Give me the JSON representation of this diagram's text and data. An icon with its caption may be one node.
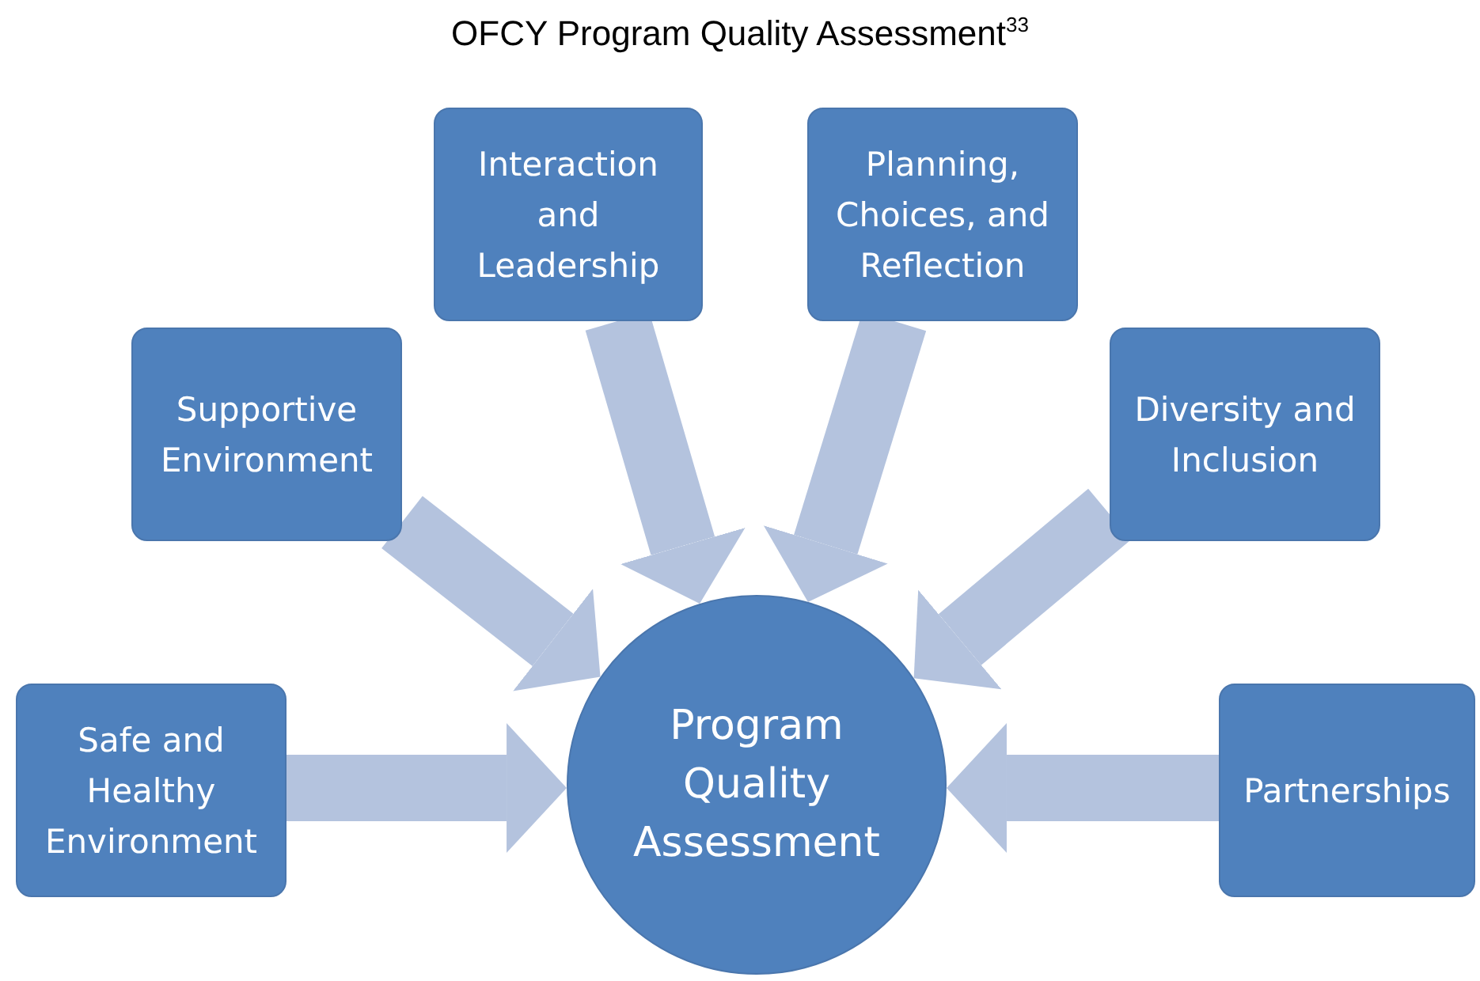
{
  "diagram": {
    "title": "OFCY Program Quality Assessment$^{33}$",
    "nodes": [
      {
        "text": [
          "Interaction and Leadership"
        ]
      },
      {
        "text": [
          "Planning, Choices, and Reflection"
        ]
      },
      {
        "text": [
          "Supportive Environment"
        ]
      },
      {
        "text": [
          "Diversity and Inclusion"
        ]
      },
      {
        "text": [
          "Safe and Healthy Environment"
        ]
      },
      {
        "text": [
          "Program Quality Assessment"
        ]
      },
      {
        "text": [
          "Partnerships"
        ]
      }
    ],
    "edges": [
      {
        "from": 0,
        "to": 5,
        "arrow": "to"
      },
      {
        "from": 1,
        "to": 5,
        "arrow": "to"
      },
      {
        "from": 2,
        "to": 5,
        "arrow": "to"
      },
      {
        "from": 3,
        "to": 5,
        "arrow": "to"
      },
      {
        "from": 4,
        "to": 5,
        "arrow": "to"
      },
      {
        "from": 6,
        "to": 5,
        "arrow": "to"
      }
    ]
  }
}
